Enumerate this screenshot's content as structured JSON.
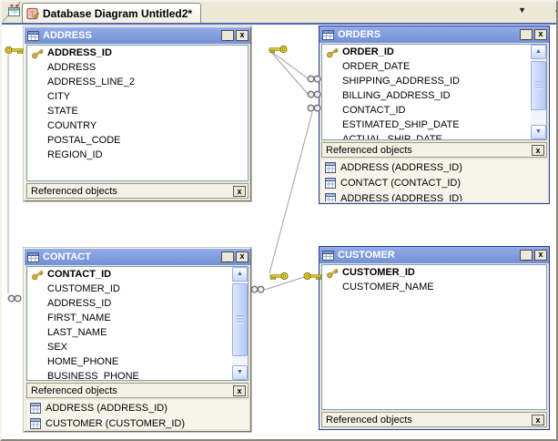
{
  "tab": {
    "title": "Database Diagram Untitled2*"
  },
  "icons": {
    "tab_caret": "▼",
    "clipped_edge": "◁",
    "scroll_up": "▲",
    "scroll_down": "▼"
  },
  "window_controls": {
    "minimize_label": "_",
    "close_label": "x"
  },
  "colors": {
    "titlebar_top": "#92ace6",
    "titlebar_bottom": "#7390d8",
    "chrome": "#ece9d8",
    "selected_border": "#26359b",
    "connector_line": "#a0a0a0",
    "key_gold": "#f5df3d",
    "tabstrip_underline": "#5069b4"
  },
  "tables": [
    {
      "title": "ADDRESS",
      "fields": [
        {
          "name": "ADDRESS_ID",
          "pk": true
        },
        {
          "name": "ADDRESS",
          "pk": false
        },
        {
          "name": "ADDRESS_LINE_2",
          "pk": false
        },
        {
          "name": "CITY",
          "pk": false
        },
        {
          "name": "STATE",
          "pk": false
        },
        {
          "name": "COUNTRY",
          "pk": false
        },
        {
          "name": "POSTAL_CODE",
          "pk": false
        },
        {
          "name": "REGION_ID",
          "pk": false
        }
      ],
      "referenced_label": "Referenced objects",
      "referenced": []
    },
    {
      "title": "ORDERS",
      "fields": [
        {
          "name": "ORDER_ID",
          "pk": true
        },
        {
          "name": "ORDER_DATE",
          "pk": false
        },
        {
          "name": "SHIPPING_ADDRESS_ID",
          "pk": false
        },
        {
          "name": "BILLING_ADDRESS_ID",
          "pk": false
        },
        {
          "name": "CONTACT_ID",
          "pk": false
        },
        {
          "name": "ESTIMATED_SHIP_DATE",
          "pk": false
        },
        {
          "name": "ACTUAL_SHIP_DATE",
          "pk": false
        }
      ],
      "referenced_label": "Referenced objects",
      "referenced": [
        "ADDRESS (ADDRESS_ID)",
        "CONTACT (CONTACT_ID)",
        "ADDRESS (ADDRESS_ID)"
      ]
    },
    {
      "title": "CONTACT",
      "fields": [
        {
          "name": "CONTACT_ID",
          "pk": true
        },
        {
          "name": "CUSTOMER_ID",
          "pk": false
        },
        {
          "name": "ADDRESS_ID",
          "pk": false
        },
        {
          "name": "FIRST_NAME",
          "pk": false
        },
        {
          "name": "LAST_NAME",
          "pk": false
        },
        {
          "name": "SEX",
          "pk": false
        },
        {
          "name": "HOME_PHONE",
          "pk": false
        },
        {
          "name": "BUSINESS_PHONE",
          "pk": false
        }
      ],
      "referenced_label": "Referenced objects",
      "referenced": [
        "ADDRESS (ADDRESS_ID)",
        "CUSTOMER (CUSTOMER_ID)"
      ]
    },
    {
      "title": "CUSTOMER",
      "fields": [
        {
          "name": "CUSTOMER_ID",
          "pk": true
        },
        {
          "name": "CUSTOMER_NAME",
          "pk": false
        }
      ],
      "referenced_label": "Referenced objects",
      "referenced": []
    }
  ]
}
